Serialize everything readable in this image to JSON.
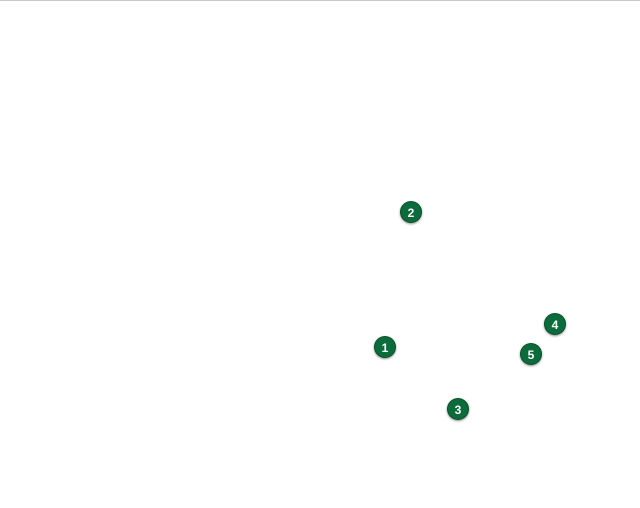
{
  "map": {
    "pin_color": "#0c6b3a",
    "markers": [
      {
        "label": "1"
      },
      {
        "label": "2"
      },
      {
        "label": "3"
      },
      {
        "label": "4"
      },
      {
        "label": "5"
      }
    ]
  }
}
